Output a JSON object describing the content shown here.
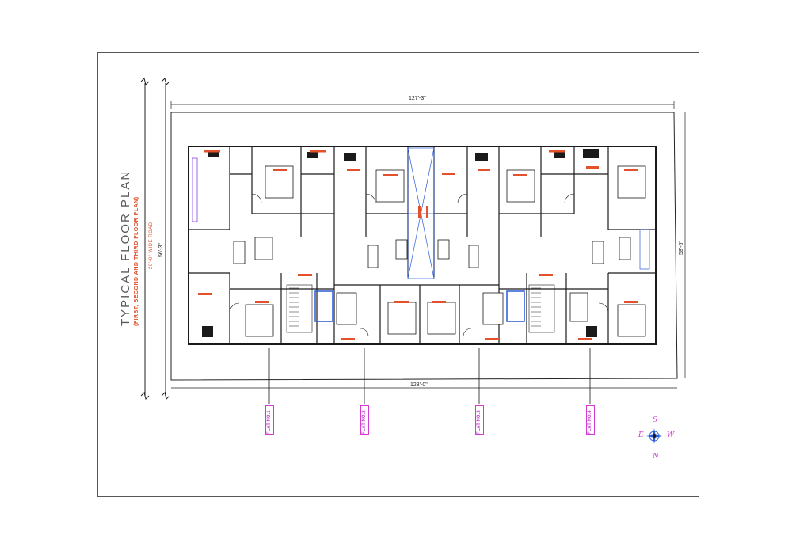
{
  "title": {
    "main": "TYPICAL FLOOR PLAN",
    "sub": "(FIRST, SECOND AND THIRD FLOOR PLAN)"
  },
  "road_label": "20'-0\" WIDE ROAD",
  "dimensions": {
    "top": "127'-3\"",
    "bottom": "128'-0\"",
    "right": "58'-6\"",
    "left": "56'-3\""
  },
  "flats": [
    {
      "label": "FLAT NO.1"
    },
    {
      "label": "FLAT NO.2"
    },
    {
      "label": "FLAT NO.3"
    },
    {
      "label": "FLAT NO.4"
    }
  ],
  "compass": {
    "n": "N",
    "s": "S",
    "e": "E",
    "w": "W"
  },
  "colors": {
    "wall": "#1a1a1a",
    "annotation": "#e2502c",
    "flat_tag": "#d23bd2",
    "compass": "#2b5ad8"
  }
}
